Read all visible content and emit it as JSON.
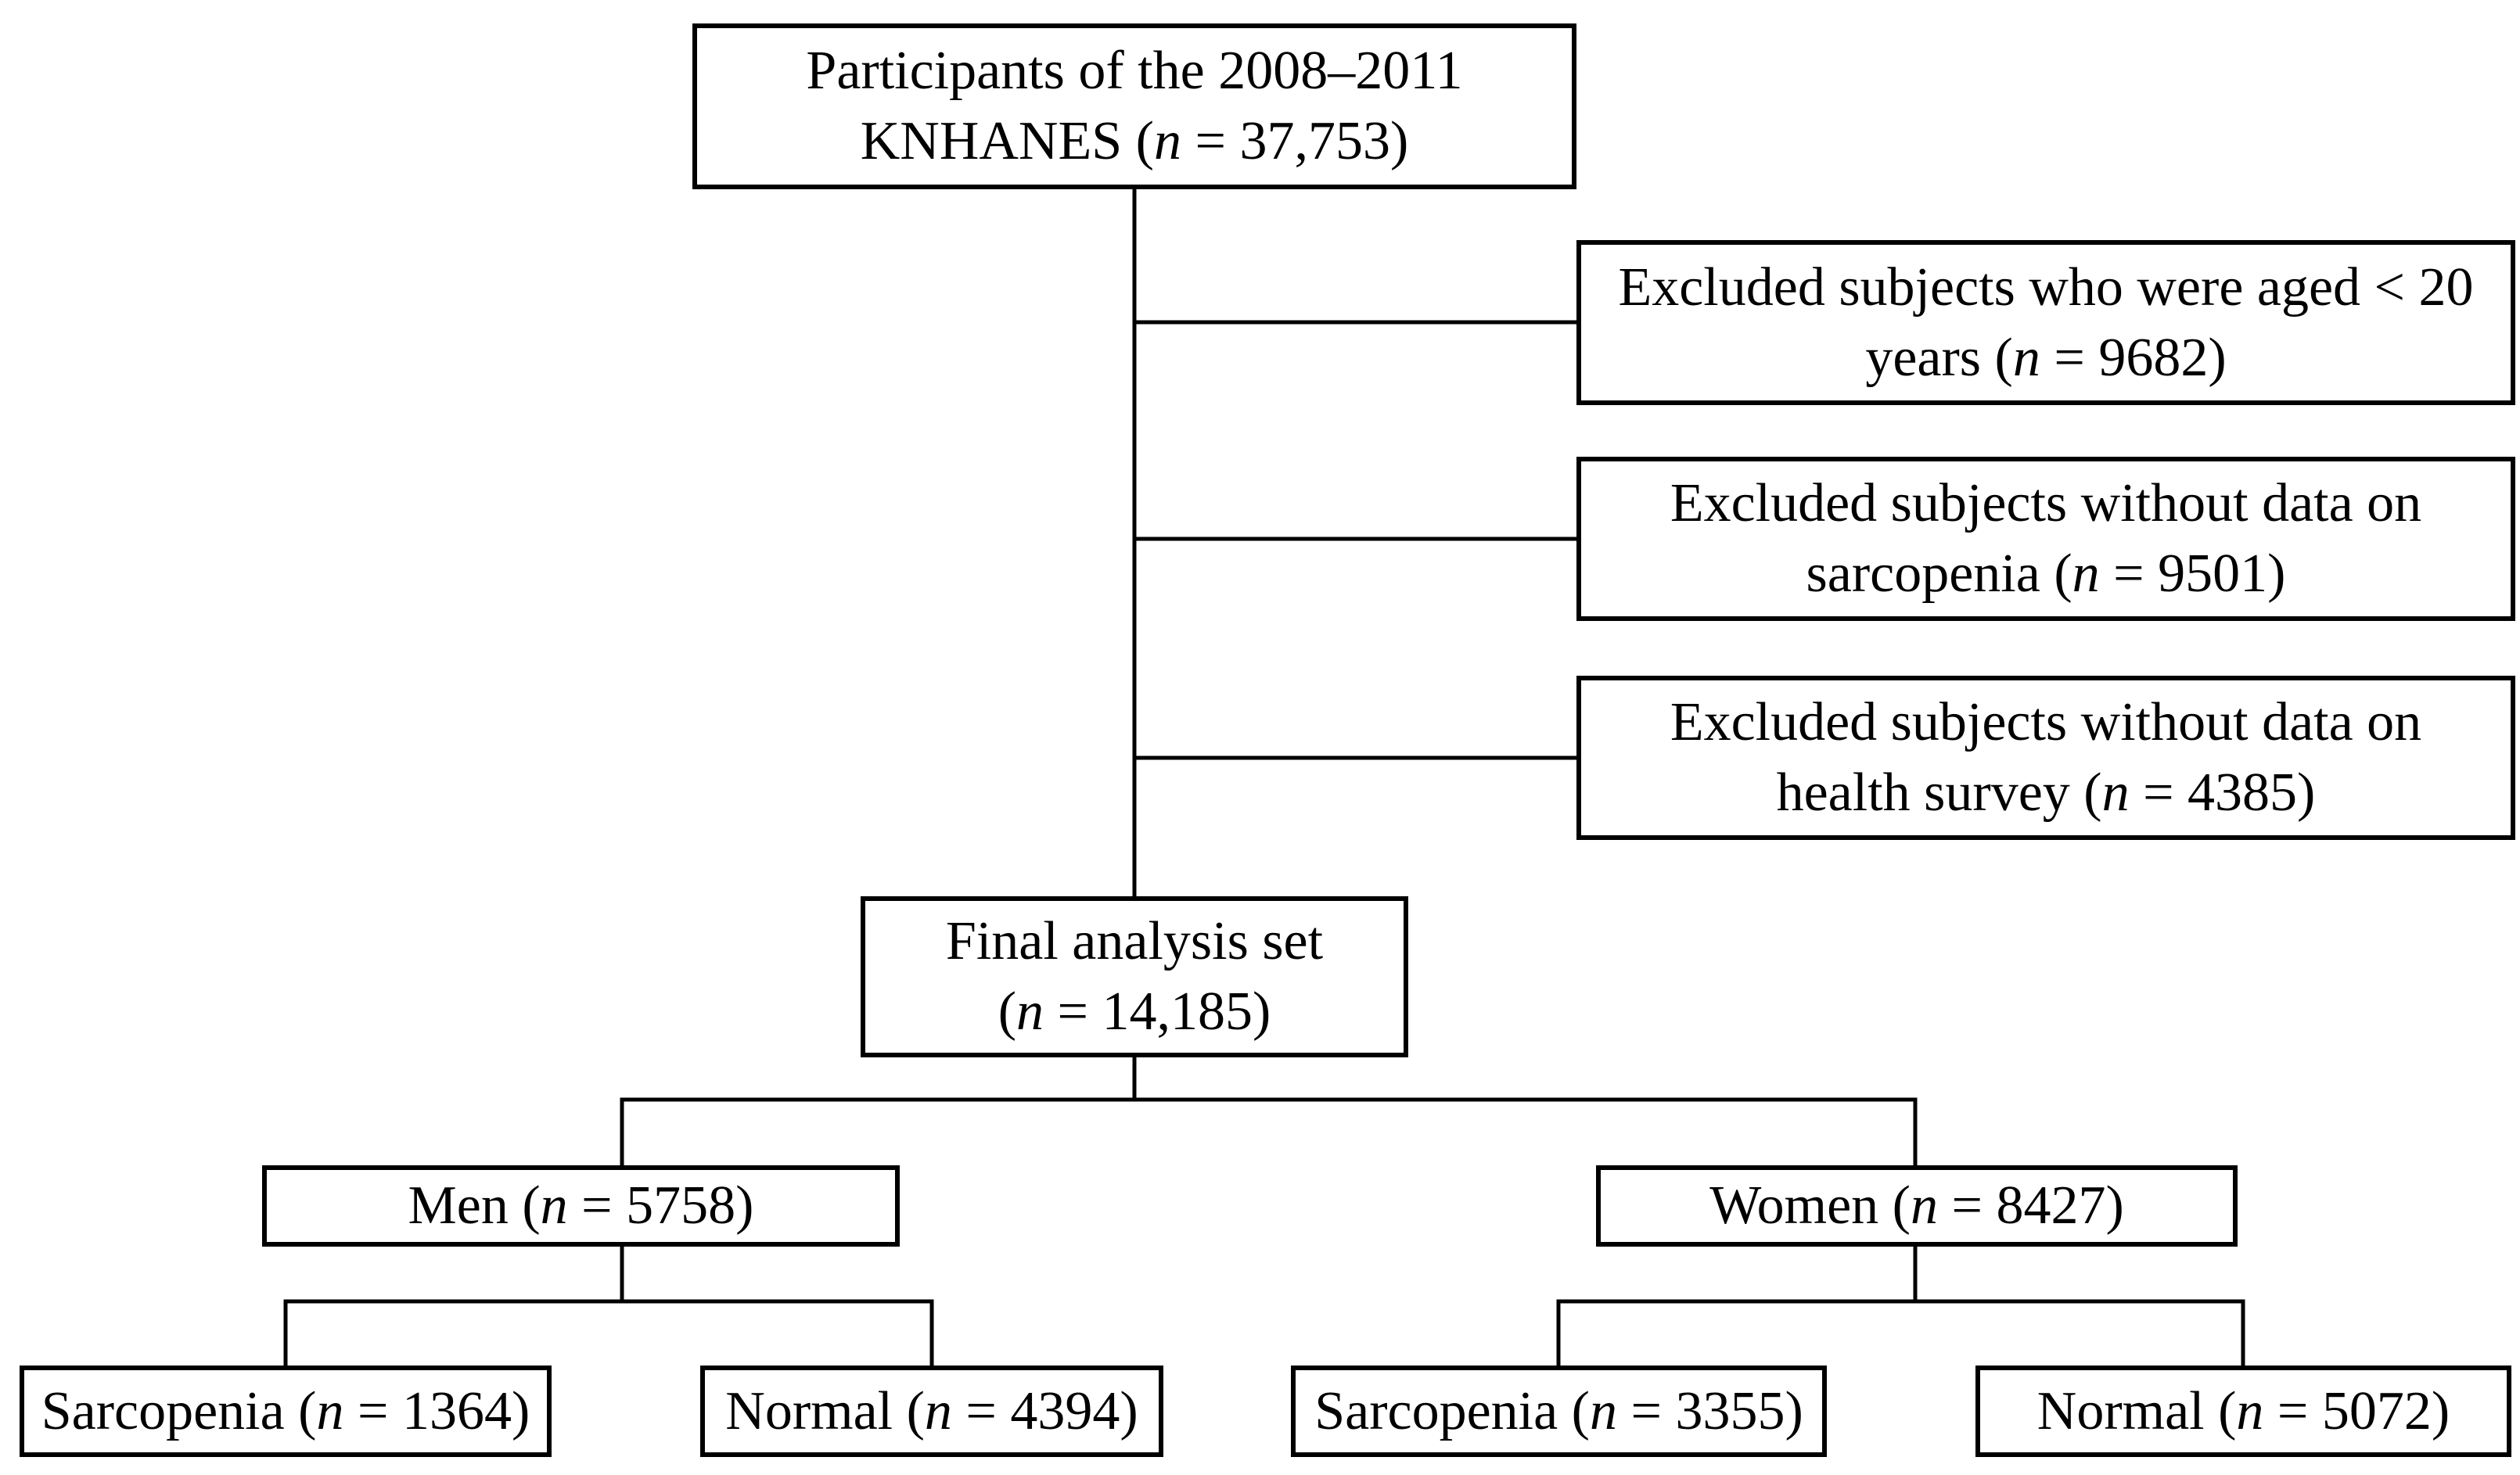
{
  "figure": {
    "type": "participant-flow-diagram",
    "background_color": "#ffffff",
    "line_color": "#000000",
    "text_color": "#000000"
  },
  "boxes": {
    "participants": {
      "line1": "Participants of the 2008–2011",
      "pre": "KNHANES (",
      "n": "n",
      "post": " = 37,753)"
    },
    "excluded_age": {
      "line1": "Excluded subjects who were aged < 20",
      "pre": "years (",
      "n": "n",
      "post": " = 9682)"
    },
    "excluded_sarcopenia": {
      "line1": "Excluded subjects without data on",
      "pre": "sarcopenia (",
      "n": "n",
      "post": " = 9501)"
    },
    "excluded_health_survey": {
      "line1": "Excluded subjects without data on",
      "pre": "health survey (",
      "n": "n",
      "post": " = 4385)"
    },
    "final_analysis": {
      "line1": "Final analysis set",
      "pre": "(",
      "n": "n",
      "post": " = 14,185)"
    },
    "men": {
      "pre": "Men (",
      "n": "n",
      "post": " = 5758)"
    },
    "women": {
      "pre": "Women (",
      "n": "n",
      "post": " = 8427)"
    },
    "men_sarcopenia": {
      "pre": "Sarcopenia (",
      "n": "n",
      "post": " = 1364)"
    },
    "men_normal": {
      "pre": "Normal (",
      "n": "n",
      "post": " = 4394)"
    },
    "women_sarcopenia": {
      "pre": "Sarcopenia (",
      "n": "n",
      "post": " = 3355)"
    },
    "women_normal": {
      "pre": "Normal (",
      "n": "n",
      "post": " = 5072)"
    }
  },
  "counts": {
    "participants": 37753,
    "excluded_aged_under_20": 9682,
    "excluded_no_sarcopenia_data": 9501,
    "excluded_no_health_survey_data": 4385,
    "final_analysis_set": 14185,
    "men": 5758,
    "women": 8427,
    "men_sarcopenia": 1364,
    "men_normal": 4394,
    "women_sarcopenia": 3355,
    "women_normal": 5072
  }
}
